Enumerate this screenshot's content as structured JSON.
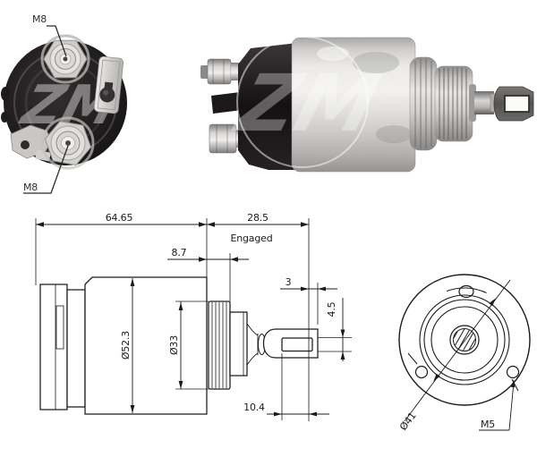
{
  "watermark": {
    "logo": "ZM"
  },
  "rear_photo": {
    "terminal_top_label": "M8",
    "terminal_bottom_label": "M8"
  },
  "dimension_drawing": {
    "total_length": "64.65",
    "engaged_length": "28.5",
    "engaged_label": "Engaged",
    "front_section_length": "8.7",
    "body_diameter": "Ø52.3",
    "front_diameter": "Ø33",
    "tip_clearance": "3",
    "fork_slot_width": "4.5",
    "fork_slot_depth": "10.4"
  },
  "face_view": {
    "bolt_circle_diameter": "Ø41",
    "mounting_thread": "M5"
  },
  "colors": {
    "background": "#ffffff",
    "line": "#1b1b1b",
    "cap_black": "#1d1a1b",
    "metal_silver": "#e8e7e5"
  }
}
